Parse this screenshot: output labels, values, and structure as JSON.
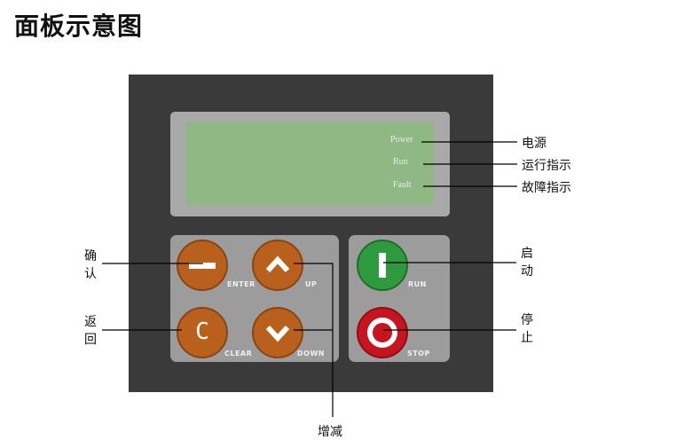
{
  "title": "面板示意图",
  "display": {
    "indicators": [
      "Power",
      "Run",
      "Fault"
    ]
  },
  "buttons": {
    "enter": "ENTER",
    "up": "UP",
    "clear": "CLEAR",
    "down": "DOWN",
    "run": "RUN",
    "stop": "STOP",
    "clear_glyph": "C"
  },
  "callouts": {
    "power": "电源",
    "run_indicator": "运行指示",
    "fault_indicator": "故障指示",
    "confirm": "确认",
    "back": "返回",
    "start": "启动",
    "stop": "停止",
    "increase_decrease": "增减"
  },
  "colors": {
    "panel": "#3a3a3a",
    "lcd": "#8fb885",
    "button_orange": "#b8601c",
    "button_green": "#2e9a3e",
    "button_red": "#c8141e"
  }
}
